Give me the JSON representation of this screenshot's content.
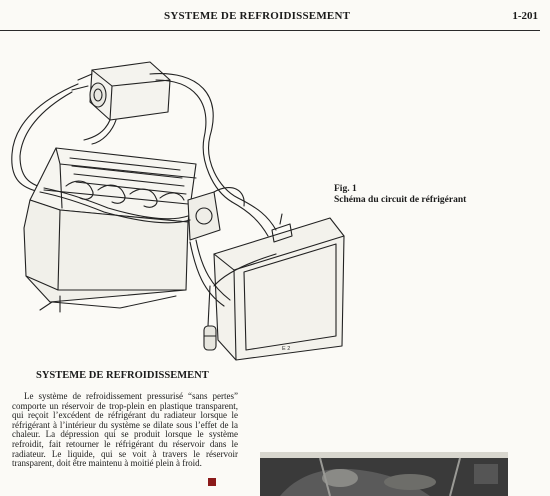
{
  "header": {
    "title": "SYSTEME DE REFROIDISSEMENT",
    "page_number": "1-201"
  },
  "figure": {
    "caption_label": "Fig. 1",
    "caption_text": "Schéma du circuit de réfrigérant",
    "tag": "E 2"
  },
  "section": {
    "title": "SYSTEME DE REFROIDISSEMENT",
    "body": "Le système de refroidissement pressurisé “sans pertes” comporte un réservoir de trop-plein en plastique transparent, qui reçoit l’excédent de réfrigérant du radiateur lorsque le réfrigérant à l’intérieur du système se dilate sous l’effet de la chaleur. La dépression qui se produit lorsque le système refroidit, fait retourner le réfrigérant du réservoir dans le radiateur. Le liquide, qui se voit à travers le réservoir transparent, doit être maintenu à moitié plein à froid."
  }
}
